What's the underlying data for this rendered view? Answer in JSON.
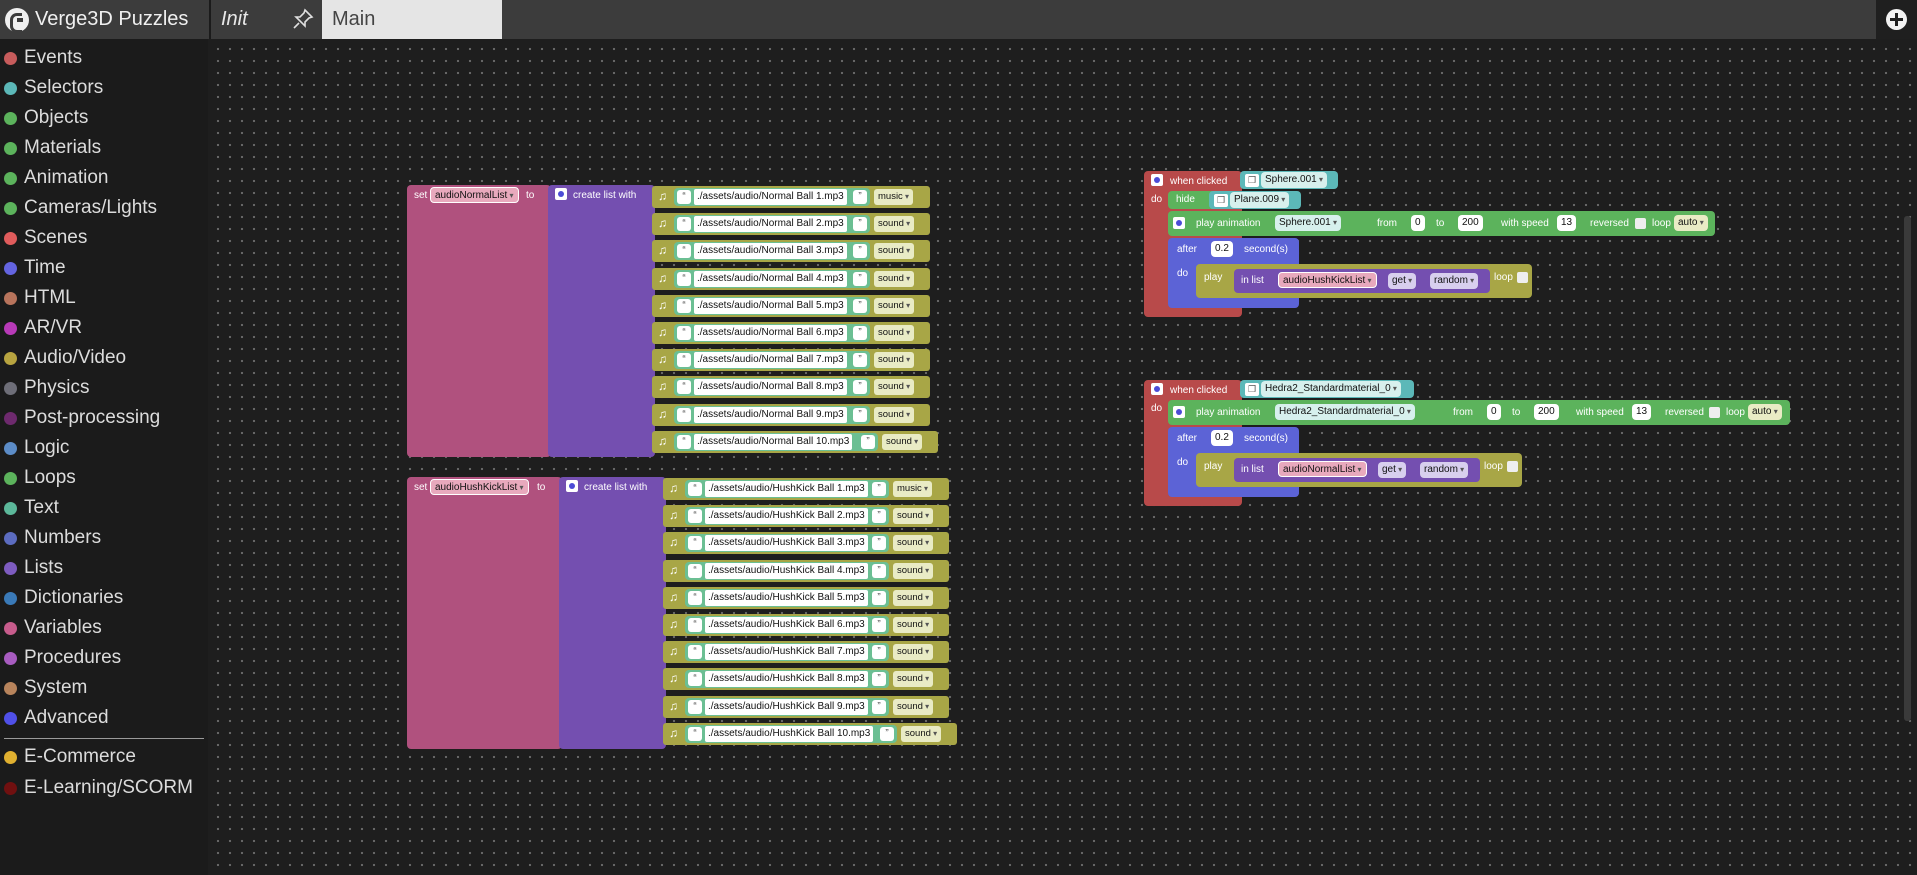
{
  "app": {
    "title": "Verge3D Puzzles"
  },
  "tabs": [
    {
      "label": "Init"
    },
    {
      "label": "Main"
    }
  ],
  "sidebar": {
    "categories": [
      {
        "label": "Events",
        "color": "#c75c5c"
      },
      {
        "label": "Selectors",
        "color": "#5cb8b8"
      },
      {
        "label": "Objects",
        "color": "#5cb35c"
      },
      {
        "label": "Materials",
        "color": "#5cb35c"
      },
      {
        "label": "Animation",
        "color": "#5cb35c"
      },
      {
        "label": "Cameras/Lights",
        "color": "#5cb35c"
      },
      {
        "label": "Scenes",
        "color": "#e05c5c"
      },
      {
        "label": "Time",
        "color": "#6464e0"
      },
      {
        "label": "HTML",
        "color": "#b8745c"
      },
      {
        "label": "AR/VR",
        "color": "#b83ab8"
      },
      {
        "label": "Audio/Video",
        "color": "#b8a440"
      },
      {
        "label": "Physics",
        "color": "#6e6e78"
      },
      {
        "label": "Post-processing",
        "color": "#6e2a6e"
      },
      {
        "label": "Logic",
        "color": "#5c8cc7"
      },
      {
        "label": "Loops",
        "color": "#5cb35c"
      },
      {
        "label": "Text",
        "color": "#5cb89a"
      },
      {
        "label": "Numbers",
        "color": "#5c6cc0"
      },
      {
        "label": "Lists",
        "color": "#7e5cc0"
      },
      {
        "label": "Dictionaries",
        "color": "#3a7ab8"
      },
      {
        "label": "Variables",
        "color": "#c75c8c"
      },
      {
        "label": "Procedures",
        "color": "#a85cc0"
      },
      {
        "label": "System",
        "color": "#b8845c"
      },
      {
        "label": "Advanced",
        "color": "#5050e8"
      }
    ],
    "plugins": [
      {
        "label": "E-Commerce",
        "color": "#e0b030"
      },
      {
        "label": "E-Learning/SCORM",
        "color": "#701010"
      }
    ]
  },
  "blocks": {
    "kw": {
      "set": "set",
      "to": "to",
      "create_list_with": "create list with",
      "when_clicked": "when clicked",
      "do": "do",
      "hide": "hide",
      "play_animation": "play animation",
      "from": "from",
      "with_speed": "with speed",
      "reversed": "reversed",
      "loop": "loop",
      "after": "after",
      "seconds": "second(s)",
      "play": "play",
      "in_list": "in list",
      "get": "get",
      "random": "random"
    },
    "list1": {
      "var": "audioNormalList",
      "items": [
        {
          "path": "./assets/audio/Normal Ball 1.mp3",
          "type": "music"
        },
        {
          "path": "./assets/audio/Normal Ball 2.mp3",
          "type": "sound"
        },
        {
          "path": "./assets/audio/Normal Ball 3.mp3",
          "type": "sound"
        },
        {
          "path": "./assets/audio/Normal Ball 4.mp3",
          "type": "sound"
        },
        {
          "path": "./assets/audio/Normal Ball 5.mp3",
          "type": "sound"
        },
        {
          "path": "./assets/audio/Normal Ball 6.mp3",
          "type": "sound"
        },
        {
          "path": "./assets/audio/Normal Ball 7.mp3",
          "type": "sound"
        },
        {
          "path": "./assets/audio/Normal Ball 8.mp3",
          "type": "sound"
        },
        {
          "path": "./assets/audio/Normal Ball 9.mp3",
          "type": "sound"
        },
        {
          "path": "./assets/audio/Normal Ball 10.mp3",
          "type": "sound"
        }
      ]
    },
    "list2": {
      "var": "audioHushKickList",
      "items": [
        {
          "path": "./assets/audio/HushKick Ball 1.mp3",
          "type": "music"
        },
        {
          "path": "./assets/audio/HushKick Ball 2.mp3",
          "type": "sound"
        },
        {
          "path": "./assets/audio/HushKick Ball 3.mp3",
          "type": "sound"
        },
        {
          "path": "./assets/audio/HushKick Ball 4.mp3",
          "type": "sound"
        },
        {
          "path": "./assets/audio/HushKick Ball 5.mp3",
          "type": "sound"
        },
        {
          "path": "./assets/audio/HushKick Ball 6.mp3",
          "type": "sound"
        },
        {
          "path": "./assets/audio/HushKick Ball 7.mp3",
          "type": "sound"
        },
        {
          "path": "./assets/audio/HushKick Ball 8.mp3",
          "type": "sound"
        },
        {
          "path": "./assets/audio/HushKick Ball 9.mp3",
          "type": "sound"
        },
        {
          "path": "./assets/audio/HushKick Ball 10.mp3",
          "type": "sound"
        }
      ]
    },
    "event1": {
      "object": "Sphere.001",
      "hide_object": "Plane.009",
      "anim_object": "Sphere.001",
      "from": "0",
      "to": "200",
      "speed": "13",
      "loop_mode": "auto",
      "delay": "0.2",
      "list": "audioHushKickList"
    },
    "event2": {
      "object": "Hedra2_Standardmaterial_0",
      "anim_object": "Hedra2_Standardmaterial_0",
      "from": "0",
      "to": "200",
      "speed": "13",
      "loop_mode": "auto",
      "delay": "0.2",
      "list": "audioNormalList"
    }
  }
}
